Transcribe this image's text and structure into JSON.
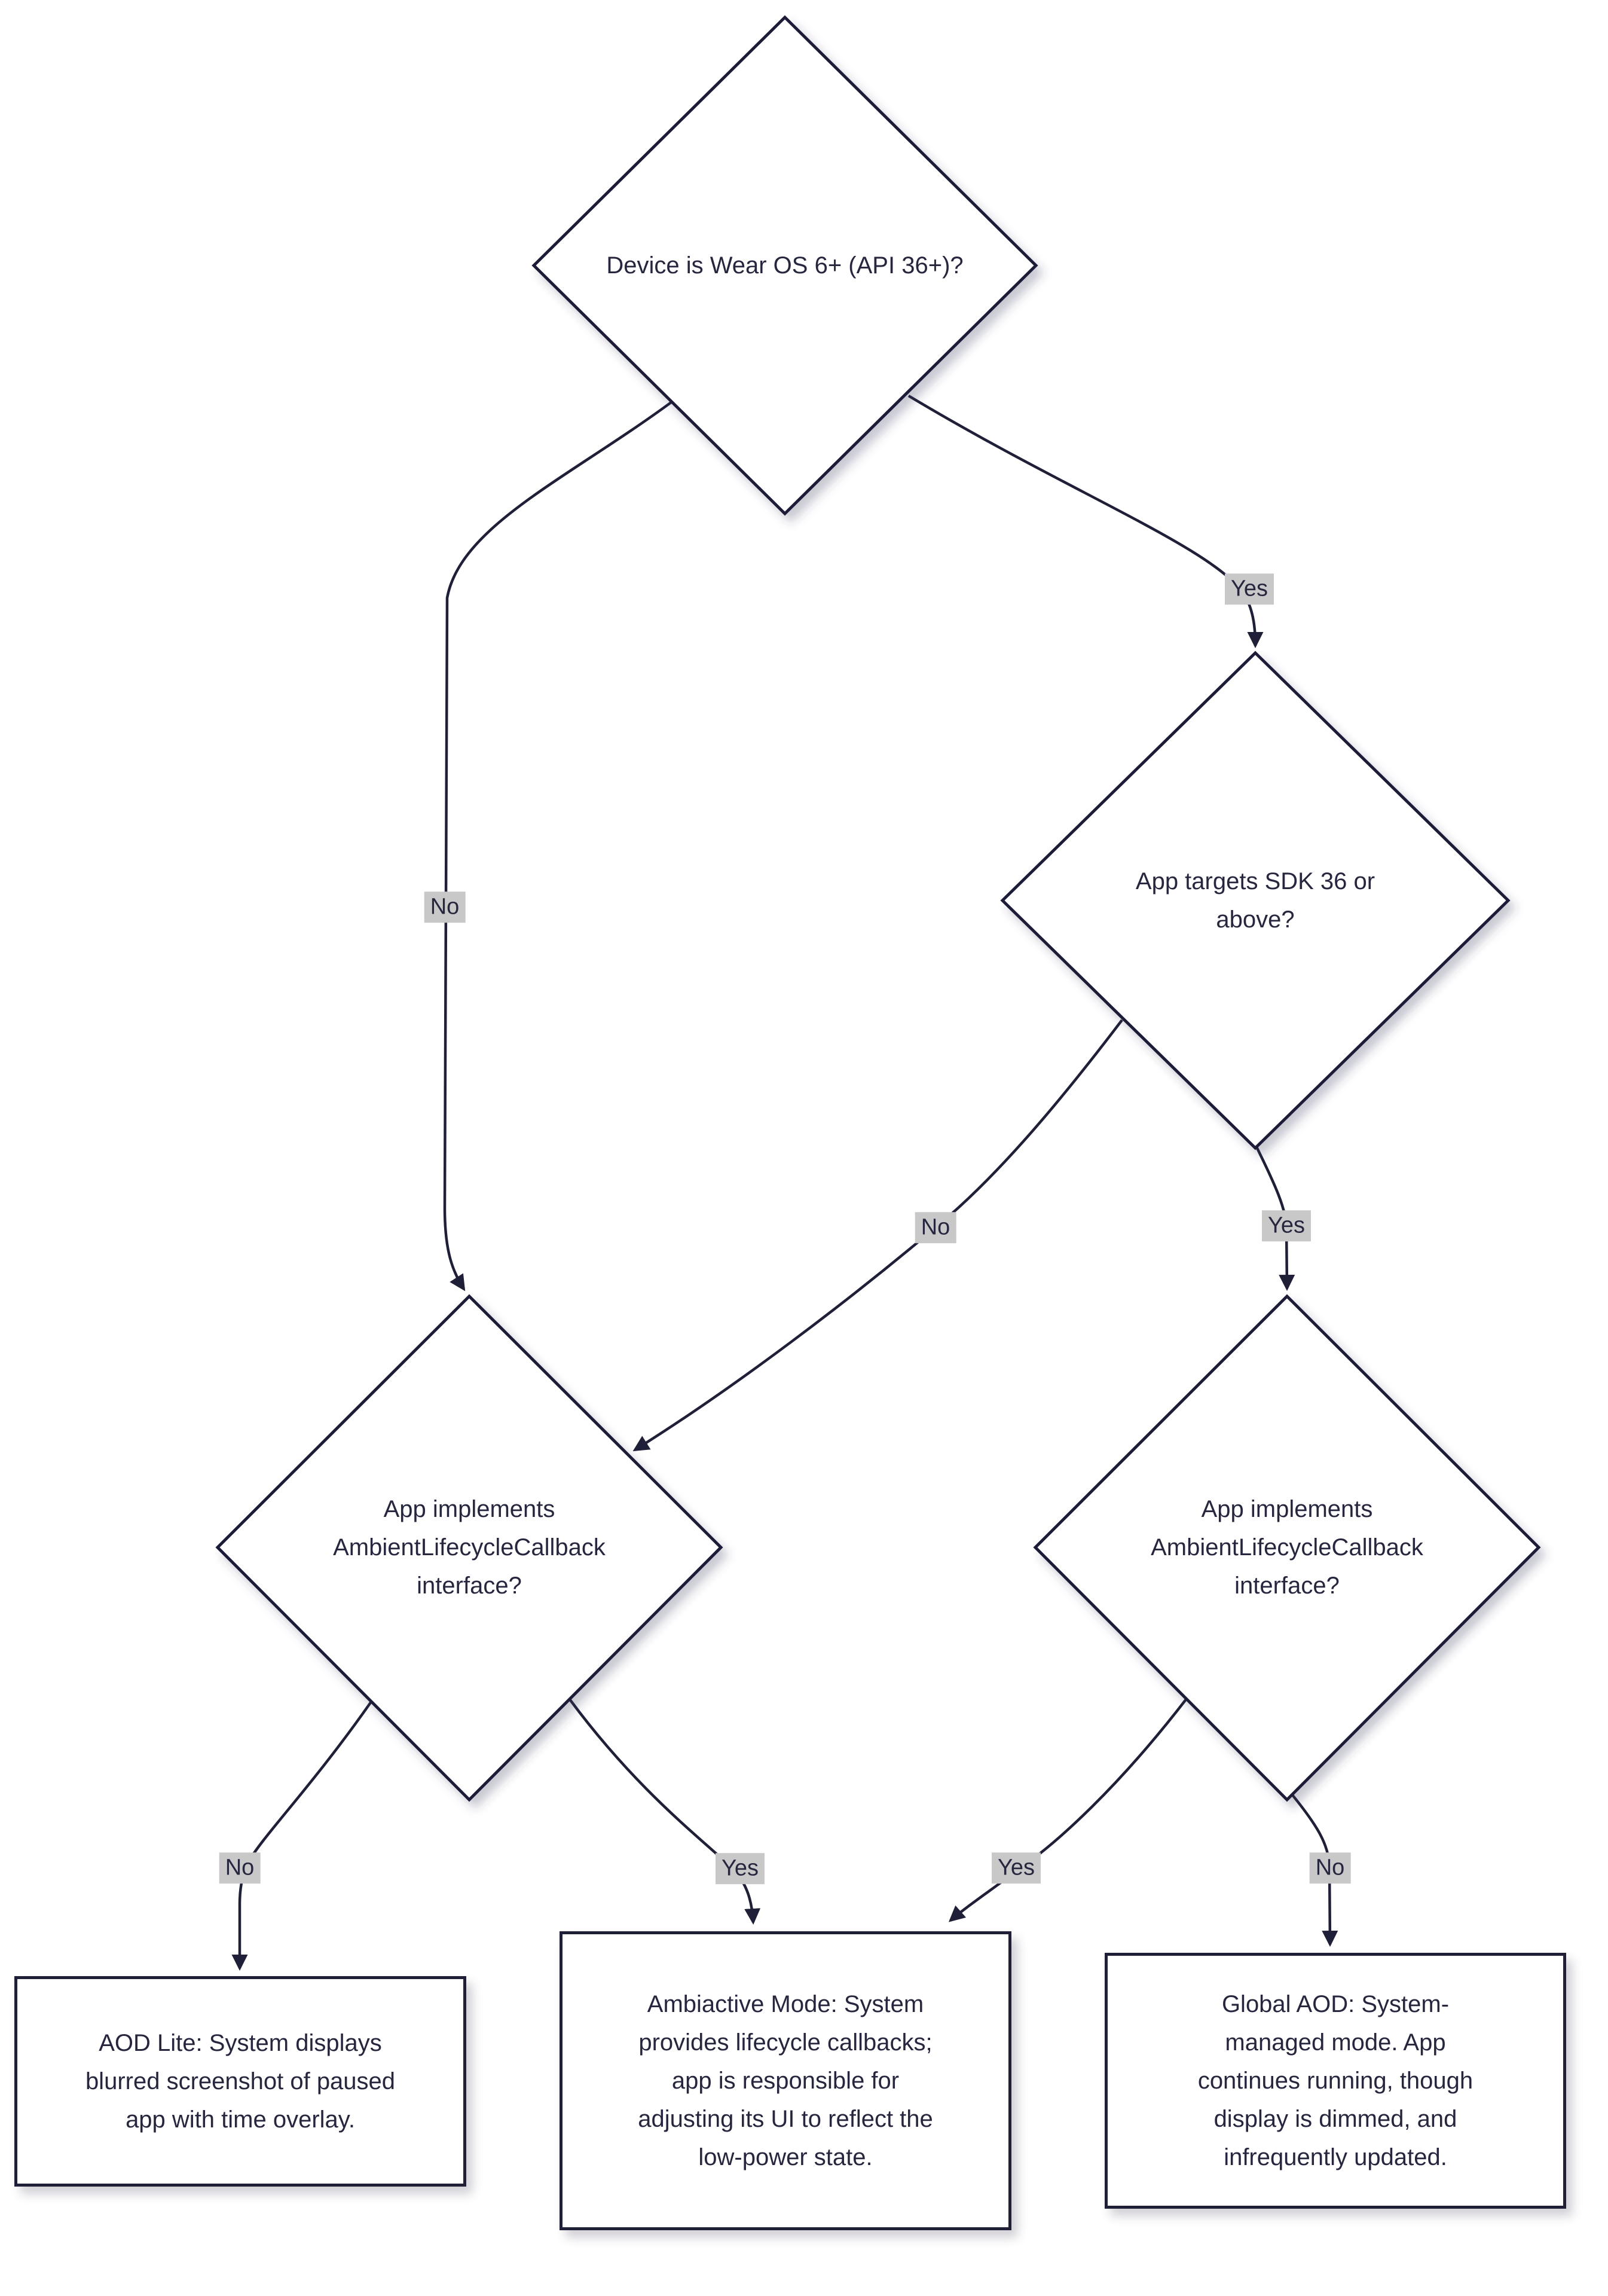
{
  "diagram": {
    "type": "flowchart",
    "colors": {
      "background": "#ffffff",
      "stroke": "#1f1f38",
      "text": "#26263f",
      "label_bg": "#c8c8c8"
    },
    "nodes": {
      "decision_wear_os": {
        "label": "Device is Wear OS 6+ (API 36+)?"
      },
      "decision_sdk36": {
        "label": "App targets SDK 36 or above?"
      },
      "decision_callback_left": {
        "label": "App implements AmbientLifecycleCallback interface?"
      },
      "decision_callback_right": {
        "label": "App implements AmbientLifecycleCallback interface?"
      },
      "result_aod_lite": {
        "label": "AOD Lite: System displays blurred screenshot of paused app with time overlay."
      },
      "result_ambiactive": {
        "label": "Ambiactive Mode: System provides lifecycle callbacks; app is responsible for adjusting its UI to reflect the low-power state."
      },
      "result_global_aod": {
        "label": "Global AOD: System-managed mode. App continues running, though display is dimmed, and infrequently updated."
      }
    },
    "edge_labels": {
      "wear_yes": "Yes",
      "wear_no": "No",
      "sdk_no": "No",
      "sdk_yes": "Yes",
      "left_no": "No",
      "left_yes": "Yes",
      "right_yes": "Yes",
      "right_no": "No"
    }
  }
}
